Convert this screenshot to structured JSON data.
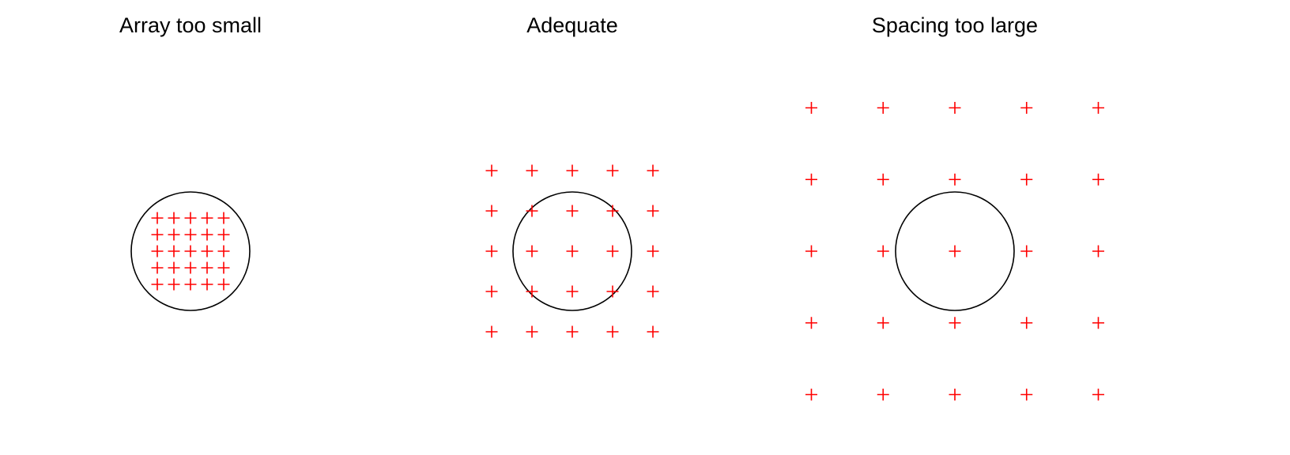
{
  "figure": {
    "panels": [
      {
        "id": "small",
        "title": "Array too small",
        "grid": 5,
        "spacing": 0.28
      },
      {
        "id": "adequate",
        "title": "Adequate",
        "grid": 5,
        "spacing": 0.68
      },
      {
        "id": "large",
        "title": "Spacing too large",
        "grid": 5,
        "spacing": 1.21
      }
    ],
    "circle_radius": 1,
    "colors": {
      "marker": "#ff0000",
      "circle": "#000000",
      "text": "#000000",
      "background": "#ffffff"
    },
    "marker_shape": "plus"
  }
}
